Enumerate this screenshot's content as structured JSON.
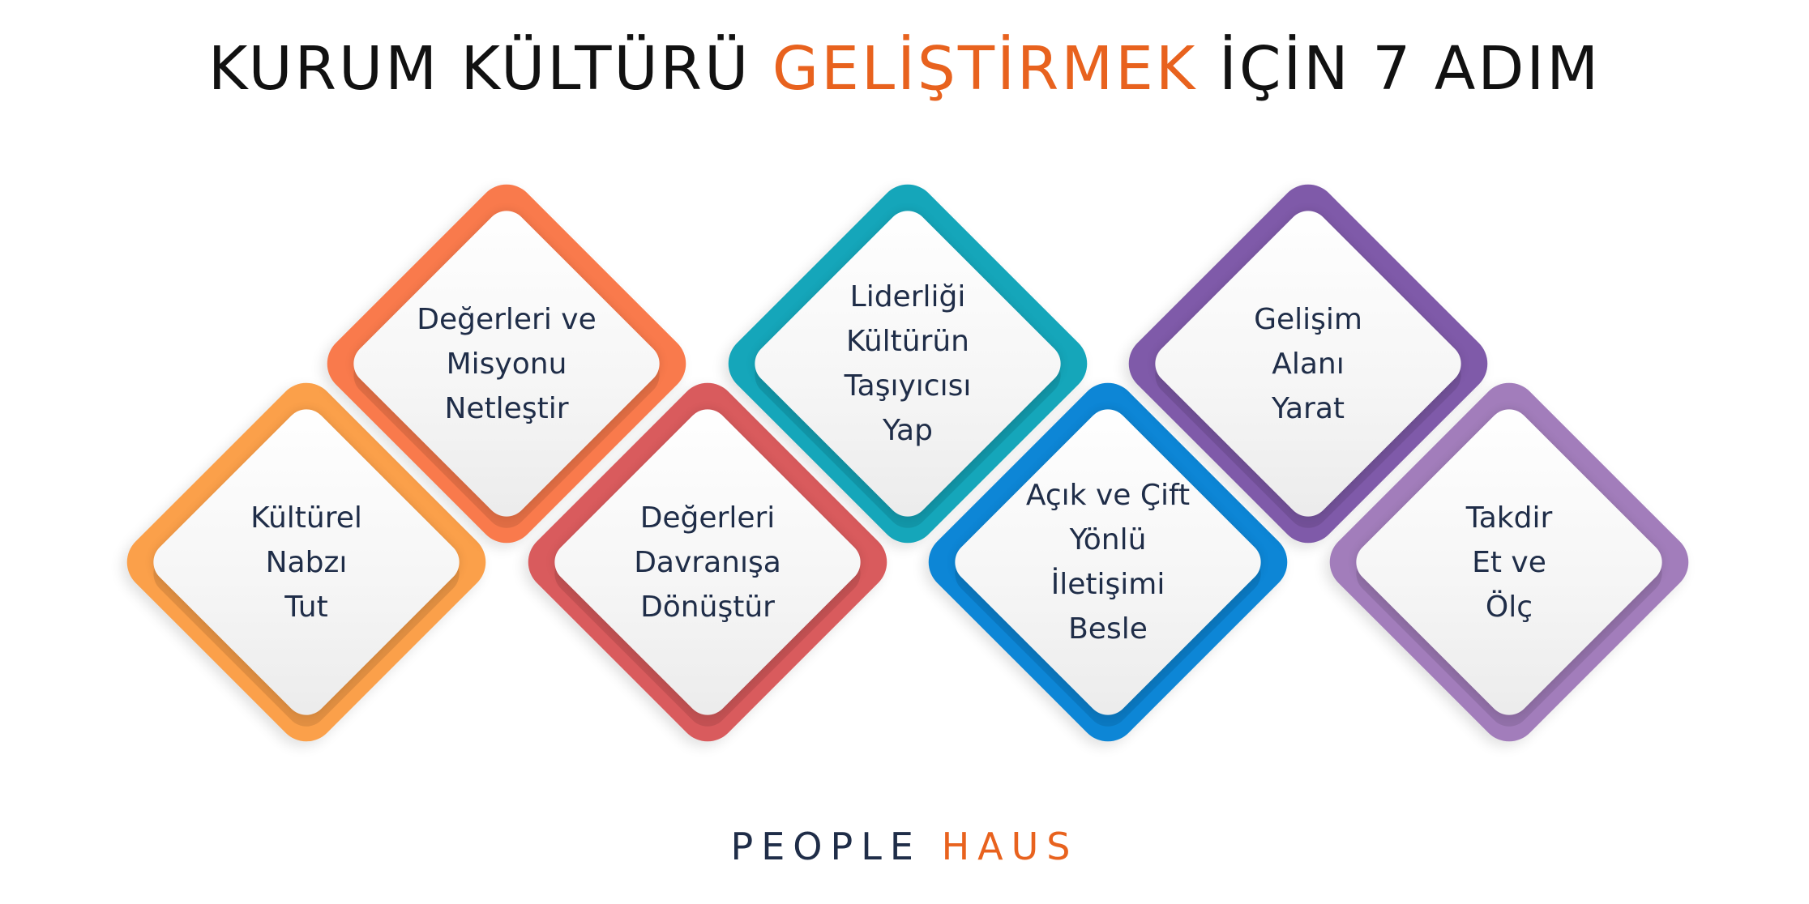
{
  "title": {
    "part1": "KURUM KÜLTÜRÜ ",
    "accent": "GELİŞTİRMEK",
    "part2": " İÇİN 7 ADIM",
    "accent_color": "#e8621e"
  },
  "steps": [
    {
      "label": "Kültürel\nNabzı\nTut",
      "color": "#fba04a"
    },
    {
      "label": "Değerleri ve\nMisyonu\nNetleştir",
      "color": "#f97a4c"
    },
    {
      "label": "Değerleri\nDavranışa\nDönüştür",
      "color": "#d95b5d"
    },
    {
      "label": "Liderliği\nKültürün\nTaşıyıcısı\nYap",
      "color": "#15a6ba"
    },
    {
      "label": "Açık ve Çift\nYönlü\nİletişimi\nBesle",
      "color": "#0d86d6"
    },
    {
      "label": "Gelişim\nAlanı\nYarat",
      "color": "#7f5aa9"
    },
    {
      "label": "Takdir\nEt ve\nÖlç",
      "color": "#a27dbb"
    }
  ],
  "brand": {
    "part1": "PEOPLE ",
    "part2": "HAUS"
  }
}
